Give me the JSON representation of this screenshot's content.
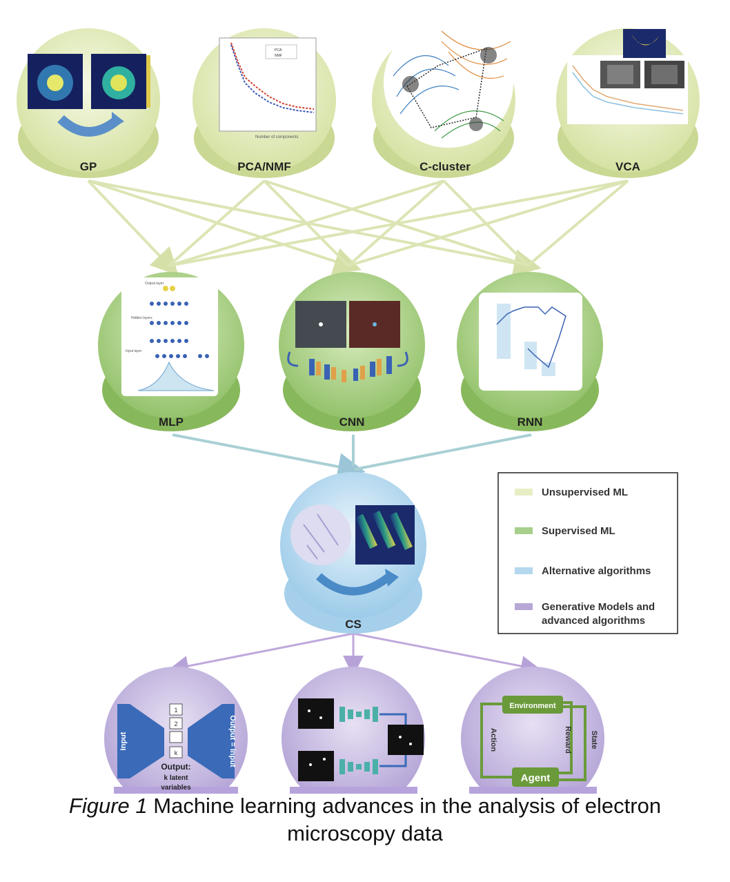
{
  "nodes": {
    "gp": "GP",
    "pca_nmf": "PCA/NMF",
    "c_cluster": "C-cluster",
    "vca": "VCA",
    "mlp": "MLP",
    "cnn": "CNN",
    "rnn": "RNN",
    "cs": "CS"
  },
  "legend": {
    "items": [
      {
        "label": "Unsupervised ML",
        "color": "#e6eec4"
      },
      {
        "label": "Supervised ML",
        "color": "#a8d08d"
      },
      {
        "label": "Alternative algorithms",
        "color": "#b4d8ee"
      },
      {
        "label": "Generative Models and",
        "label2": "advanced algorithms",
        "color": "#b7a7d6"
      }
    ]
  },
  "mlp_inner": {
    "output_layer": "Output layer",
    "hidden_layers": "Hidden layers",
    "input_layer": "Input layer"
  },
  "pca_inner": {
    "legend_1": "PCA",
    "legend_2": "NMF",
    "xlabel": "Number of components"
  },
  "vae_inner": {
    "input": "Input",
    "output": "Output = Input",
    "latent_cells": [
      "1",
      "2",
      "",
      "k"
    ],
    "caption1": "Output:",
    "caption2": "k latent",
    "caption3": "variables"
  },
  "rl_inner": {
    "environment": "Environment",
    "agent": "Agent",
    "action": "Action",
    "reward": "Reward",
    "state": "State"
  },
  "caption": {
    "figure": "Figure 1",
    "text": " Machine learning advances in the analysis of electron",
    "line2": "microscopy data"
  }
}
